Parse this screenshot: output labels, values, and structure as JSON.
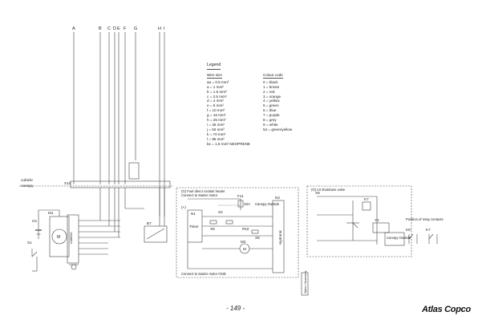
{
  "bus_labels": [
    "A",
    "B",
    "C",
    "D",
    "E",
    "F",
    "G",
    "H",
    "I"
  ],
  "left_labels": {
    "top": "cubicle",
    "bottom": "canopy"
  },
  "legend": {
    "title": "Legend",
    "wire_size_header": "Wire size",
    "colour_code_header": "Colour code",
    "wire_sizes": [
      "aa = 0.5  mm²",
      "a  = 1    mm²",
      "b  = 1.5  mm²",
      "c  = 2.5  mm²",
      "d  = 4    mm²",
      "e  = 6    mm²",
      "f  = 10   mm²",
      "g  = 16   mm²",
      "h  = 25   mm²",
      "i  = 35   mm²",
      "j  = 50   mm²",
      "k  = 70   mm²",
      "l  = 95   mm²",
      "bx = 1.5  mm²  NEOPRENE"
    ],
    "colour_codes": [
      "0  = black",
      "1  = brown",
      "2  = red",
      "3  = orange",
      "4  = yellow",
      "5  = green",
      "6  = blue",
      "7  = purple",
      "8  = grey",
      "9  = white",
      "54 = green/yellow"
    ]
  },
  "sections": {
    "fuel_heater_title": "(G) Fuel direct coolant heater",
    "fuel_heater_sub": "Connect to starter motor",
    "fuel_heater_bottom": "Connect to starter motor GND",
    "air_shutdown_title": "(O) Air shutdown valve",
    "relay_contacts_title": "Position of relay contacts",
    "canopy_outside_1": "Canopy Outside",
    "canopy_outside_2": "Canopy Outside",
    "vertical_box_label": "Option / Accessory"
  },
  "components": {
    "m1": "M1",
    "g1": "G1",
    "s1": "S1",
    "x10": "X10",
    "b7": "B7",
    "f11": "F11",
    "fuse_value": "10A",
    "timer": "Timer",
    "n1": "N1",
    "n2": "N2",
    "s2": "S2",
    "m2": "M2",
    "motor": "M",
    "hydronic": "Hydronic",
    "k7": "K7",
    "k8": "K8",
    "y1": "Y1",
    "x9": "X9",
    "r10": "R10",
    "x8": "X8",
    "plus_sign": "(+)",
    "starter_label": "CANBUS"
  },
  "page_number": "- 149 -",
  "brand": "Atlas Copco"
}
